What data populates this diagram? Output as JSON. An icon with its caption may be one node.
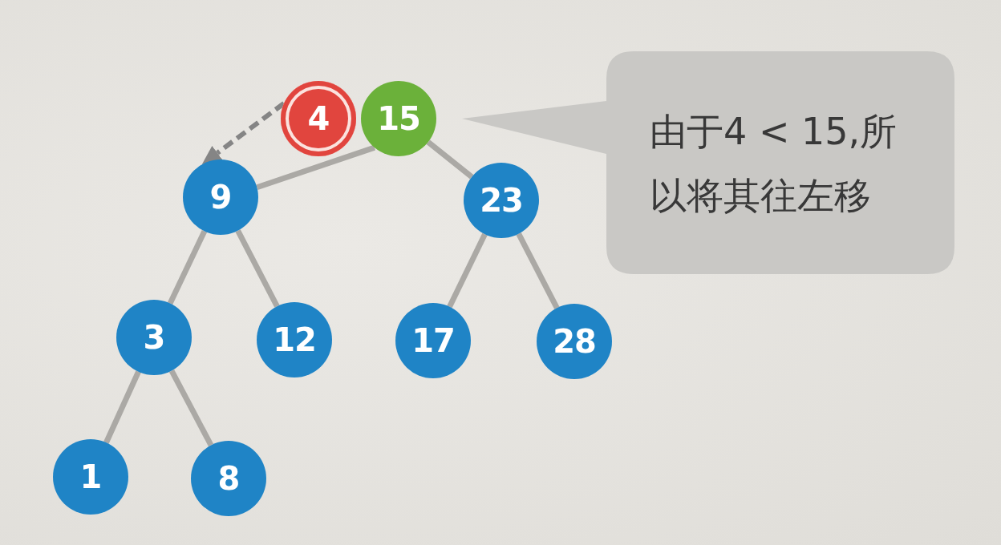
{
  "diagram": {
    "nodes": [
      {
        "text": [
          "4"
        ]
      },
      {
        "text": [
          "15"
        ]
      },
      {
        "text": [
          "由于4 < 15,所以将其往左移"
        ]
      },
      {
        "text": [
          "9"
        ]
      },
      {
        "text": [
          "23"
        ]
      },
      {
        "text": [
          "3"
        ]
      },
      {
        "text": [
          "12"
        ]
      },
      {
        "text": [
          "17"
        ]
      },
      {
        "text": [
          "28"
        ]
      },
      {
        "text": [
          "1"
        ]
      },
      {
        "text": [
          "8"
        ]
      }
    ],
    "edges": [
      {
        "from": 0,
        "to": 3,
        "arrow": "to",
        "style": "dashed",
        "color": "#858585"
      },
      {
        "from": 1,
        "to": 3,
        "arrow": "none"
      },
      {
        "from": 1,
        "to": 4,
        "arrow": "none"
      },
      {
        "from": 3,
        "to": 5,
        "arrow": "none"
      },
      {
        "from": 3,
        "to": 6,
        "arrow": "none"
      },
      {
        "from": 4,
        "to": 7,
        "arrow": "none"
      },
      {
        "from": 4,
        "to": 8,
        "arrow": "none"
      },
      {
        "from": 5,
        "to": 9,
        "arrow": "none"
      },
      {
        "from": 5,
        "to": 10,
        "arrow": "none"
      }
    ]
  }
}
